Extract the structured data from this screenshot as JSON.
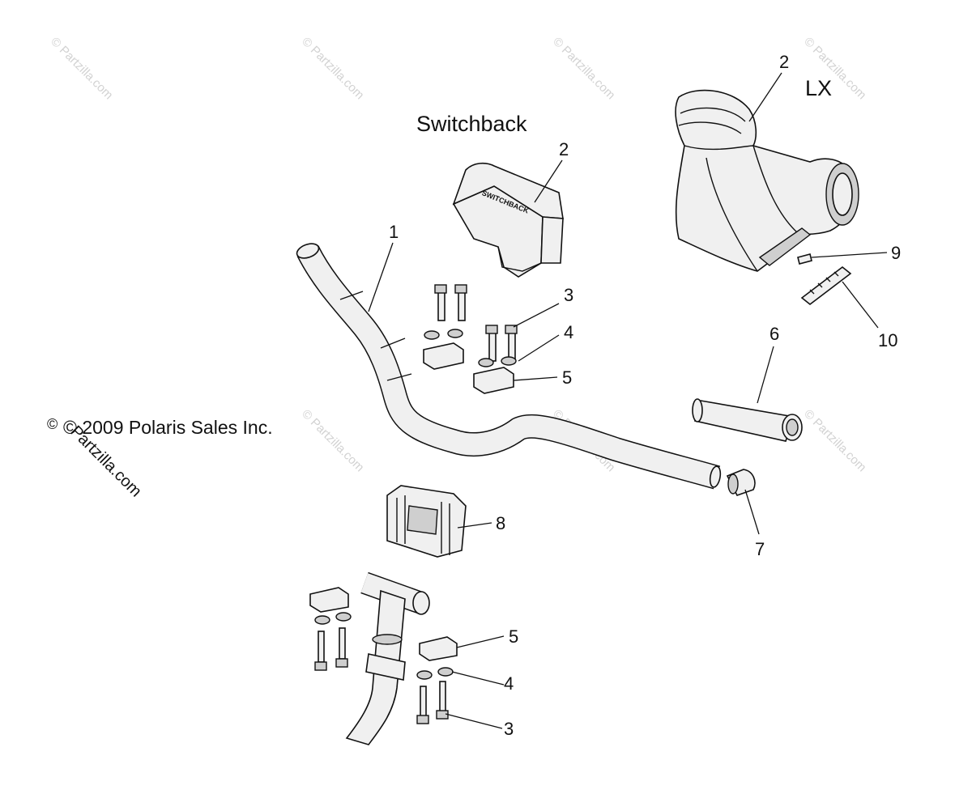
{
  "diagram": {
    "section_labels": {
      "switchback": "Switchback",
      "lx": "LX"
    },
    "copyright": "© 2009 Polaris Sales Inc.",
    "copyright_prefix": "©",
    "watermark_text": "© Partzilla.com",
    "side_watermark": "Partzilla.com",
    "callouts": [
      {
        "id": "pad-lx",
        "label": "2"
      },
      {
        "id": "pad-switchback",
        "label": "2"
      },
      {
        "id": "handlebar",
        "label": "1"
      },
      {
        "id": "bolt-upper",
        "label": "3"
      },
      {
        "id": "washer-upper",
        "label": "4"
      },
      {
        "id": "clamp-upper",
        "label": "5"
      },
      {
        "id": "grip",
        "label": "6"
      },
      {
        "id": "end-plug",
        "label": "7"
      },
      {
        "id": "riser-block",
        "label": "8"
      },
      {
        "id": "screw",
        "label": "9"
      },
      {
        "id": "strip",
        "label": "10"
      },
      {
        "id": "clamp-lower",
        "label": "5"
      },
      {
        "id": "washer-lower",
        "label": "4"
      },
      {
        "id": "bolt-lower",
        "label": "3"
      }
    ]
  }
}
